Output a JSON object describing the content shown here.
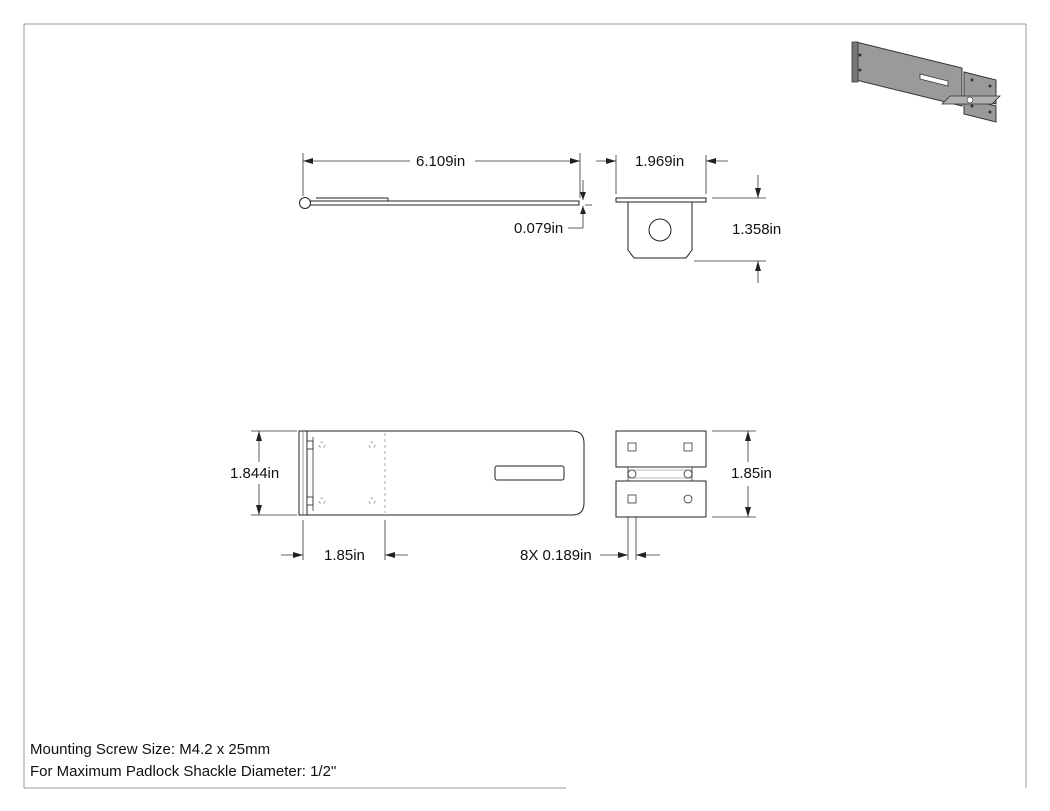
{
  "dimensions": {
    "length": "6.109in",
    "thickness": "0.079in",
    "staple_width": "1.969in",
    "staple_height": "1.358in",
    "hasp_width": "1.844in",
    "hinge_offset": "1.85in",
    "staple_plate_height": "1.85in",
    "hole_diameter": "8X 0.189in"
  },
  "notes": {
    "screw_size": "Mounting Screw Size: M4.2 x 25mm",
    "shackle": "For Maximum Padlock Shackle Diameter: 1/2\""
  },
  "colors": {
    "line": "#222222",
    "frame": "#999999",
    "iso_plate": "#9a9a9a"
  }
}
